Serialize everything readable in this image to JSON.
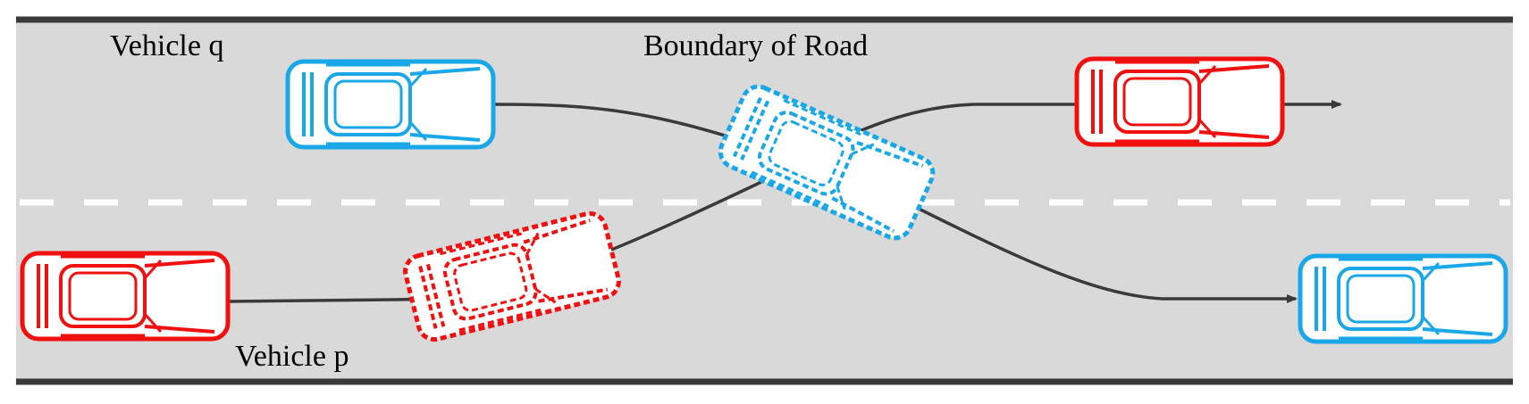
{
  "labels": {
    "vehicle_q": "Vehicle q",
    "vehicle_p": "Vehicle p",
    "boundary": "Boundary of Road"
  },
  "colors": {
    "road": "#d9d9d9",
    "edge": "#3a3a3a",
    "lane_marking": "#ffffff",
    "path": "#3a3a3a",
    "vehicle_q": "#1aa7e8",
    "vehicle_p": "#f01010"
  },
  "vehicles": [
    {
      "id": "q-start",
      "vehicle": "q",
      "style": "solid"
    },
    {
      "id": "q-middle",
      "vehicle": "q",
      "style": "dashed"
    },
    {
      "id": "q-end",
      "vehicle": "q",
      "style": "solid"
    },
    {
      "id": "p-start",
      "vehicle": "p",
      "style": "solid"
    },
    {
      "id": "p-middle",
      "vehicle": "p",
      "style": "dashed"
    },
    {
      "id": "p-end",
      "vehicle": "p",
      "style": "solid"
    }
  ]
}
